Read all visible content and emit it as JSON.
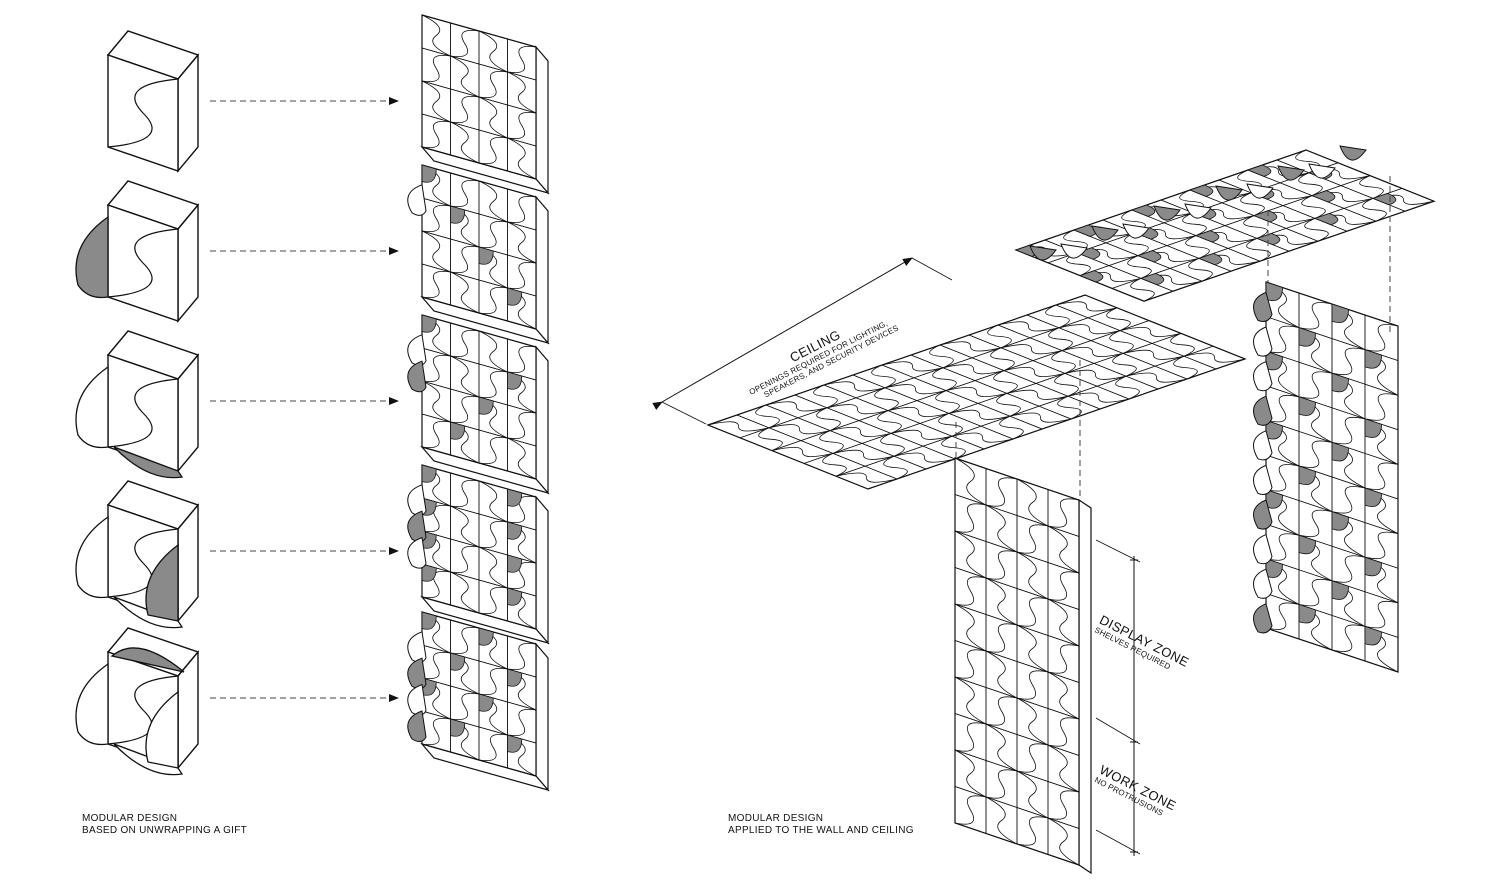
{
  "left_caption": {
    "line1": "MODULAR DESIGN",
    "line2": "BASED ON UNWRAPPING A GIFT"
  },
  "right_caption": {
    "line1": "MODULAR DESIGN",
    "line2": "APPLIED TO THE WALL AND CEILING"
  },
  "ceiling": {
    "title": "CEILING",
    "note_line1": "OPENINGS REQUIRED FOR LIGHTING,",
    "note_line2": "SPEAKERS, AND SECURITY DEVICES"
  },
  "zones": {
    "display_title": "DISPLAY ZONE",
    "display_note": "SHELVES REQUIRED",
    "work_title": "WORK ZONE",
    "work_note": "NO PROTRUSIONS"
  },
  "colors": {
    "line": "#111111",
    "shade": "#8a8a8a",
    "background": "#ffffff"
  },
  "steps": [
    {
      "stage": 1,
      "unfolded_flaps": 0
    },
    {
      "stage": 2,
      "unfolded_flaps": 1
    },
    {
      "stage": 3,
      "unfolded_flaps": 2
    },
    {
      "stage": 4,
      "unfolded_flaps": 3
    },
    {
      "stage": 5,
      "unfolded_flaps": 4
    }
  ]
}
